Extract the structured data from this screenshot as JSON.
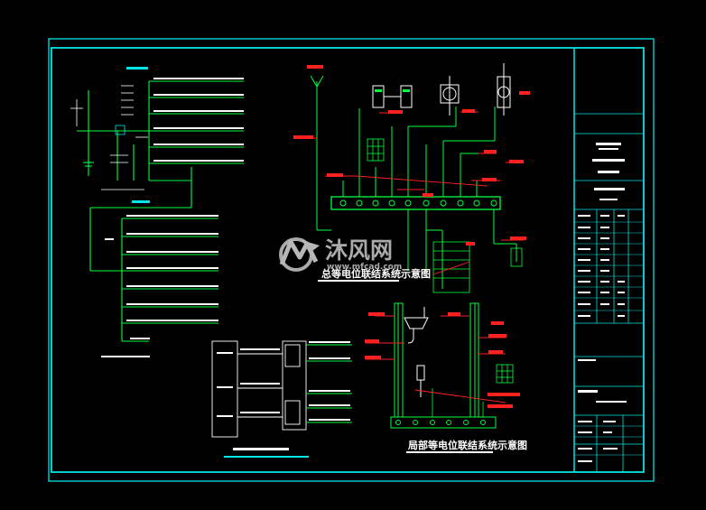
{
  "colors": {
    "background": "#000000",
    "frame": "#00e5e5",
    "green": "#00ff3c",
    "white": "#ffffff",
    "red": "#ff2020",
    "yellow": "#ffff00",
    "watermark": "#c8c8c8"
  },
  "diagram_titles": {
    "main_equipotential": "总等电位联结系统示意图",
    "local_equipotential": "局部等电位联结系统示意图"
  },
  "watermark": {
    "brand": "沐风网",
    "url": "www.mfcad.com",
    "logo": "mf-logo-icon"
  }
}
